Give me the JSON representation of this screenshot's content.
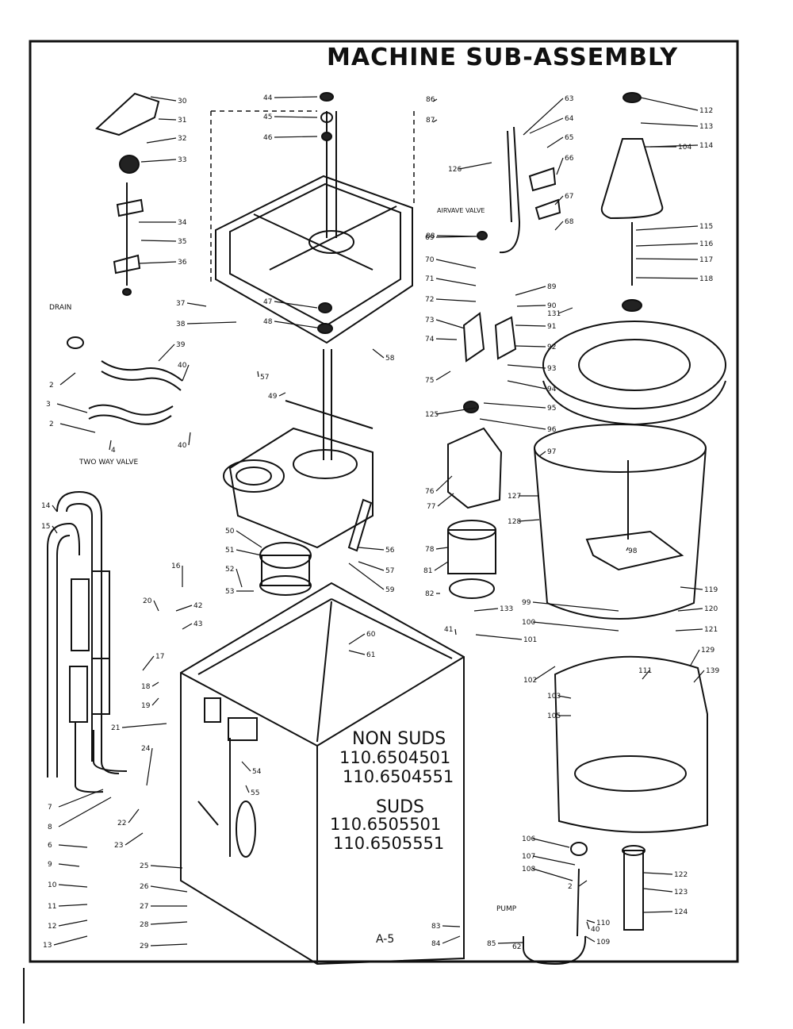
{
  "title": "MACHINE SUB-ASSEMBLY",
  "callouts": {
    "drain": "DRAIN",
    "two_way_valve": "TWO WAY VALVE",
    "air_valve": "AIRVAVE VALVE",
    "pump": "PUMP"
  },
  "model_block": {
    "non_suds_label": "NON  SUDS",
    "non_suds_models": [
      "110.6504501",
      "110.6504551"
    ],
    "suds_label": "SUDS",
    "suds_models": [
      "110.6505501",
      "110.6505551"
    ]
  },
  "page_ref": "A-5",
  "part_numbers": [
    "2",
    "2",
    "2",
    "3",
    "4",
    "6",
    "7",
    "8",
    "9",
    "10",
    "11",
    "12",
    "13",
    "14",
    "15",
    "16",
    "17",
    "18",
    "19",
    "20",
    "21",
    "22",
    "23",
    "24",
    "25",
    "26",
    "27",
    "28",
    "29",
    "30",
    "31",
    "32",
    "33",
    "34",
    "35",
    "36",
    "37",
    "38",
    "39",
    "40",
    "40",
    "40",
    "41",
    "42",
    "43",
    "44",
    "45",
    "46",
    "47",
    "48",
    "49",
    "50",
    "51",
    "52",
    "53",
    "54",
    "55",
    "56",
    "57",
    "57",
    "58",
    "59",
    "60",
    "61",
    "62",
    "63",
    "64",
    "65",
    "66",
    "67",
    "68",
    "69",
    "70",
    "71",
    "72",
    "73",
    "74",
    "75",
    "76",
    "77",
    "78",
    "81",
    "82",
    "83",
    "84",
    "85",
    "86",
    "87",
    "88",
    "89",
    "90",
    "91",
    "92",
    "93",
    "94",
    "95",
    "96",
    "97",
    "98",
    "99",
    "100",
    "101",
    "102",
    "103",
    "104",
    "105",
    "106",
    "107",
    "108",
    "109",
    "110",
    "111",
    "112",
    "113",
    "114",
    "115",
    "116",
    "117",
    "118",
    "119",
    "120",
    "121",
    "122",
    "123",
    "124",
    "125",
    "126",
    "127",
    "128",
    "129",
    "131",
    "133",
    "139"
  ]
}
